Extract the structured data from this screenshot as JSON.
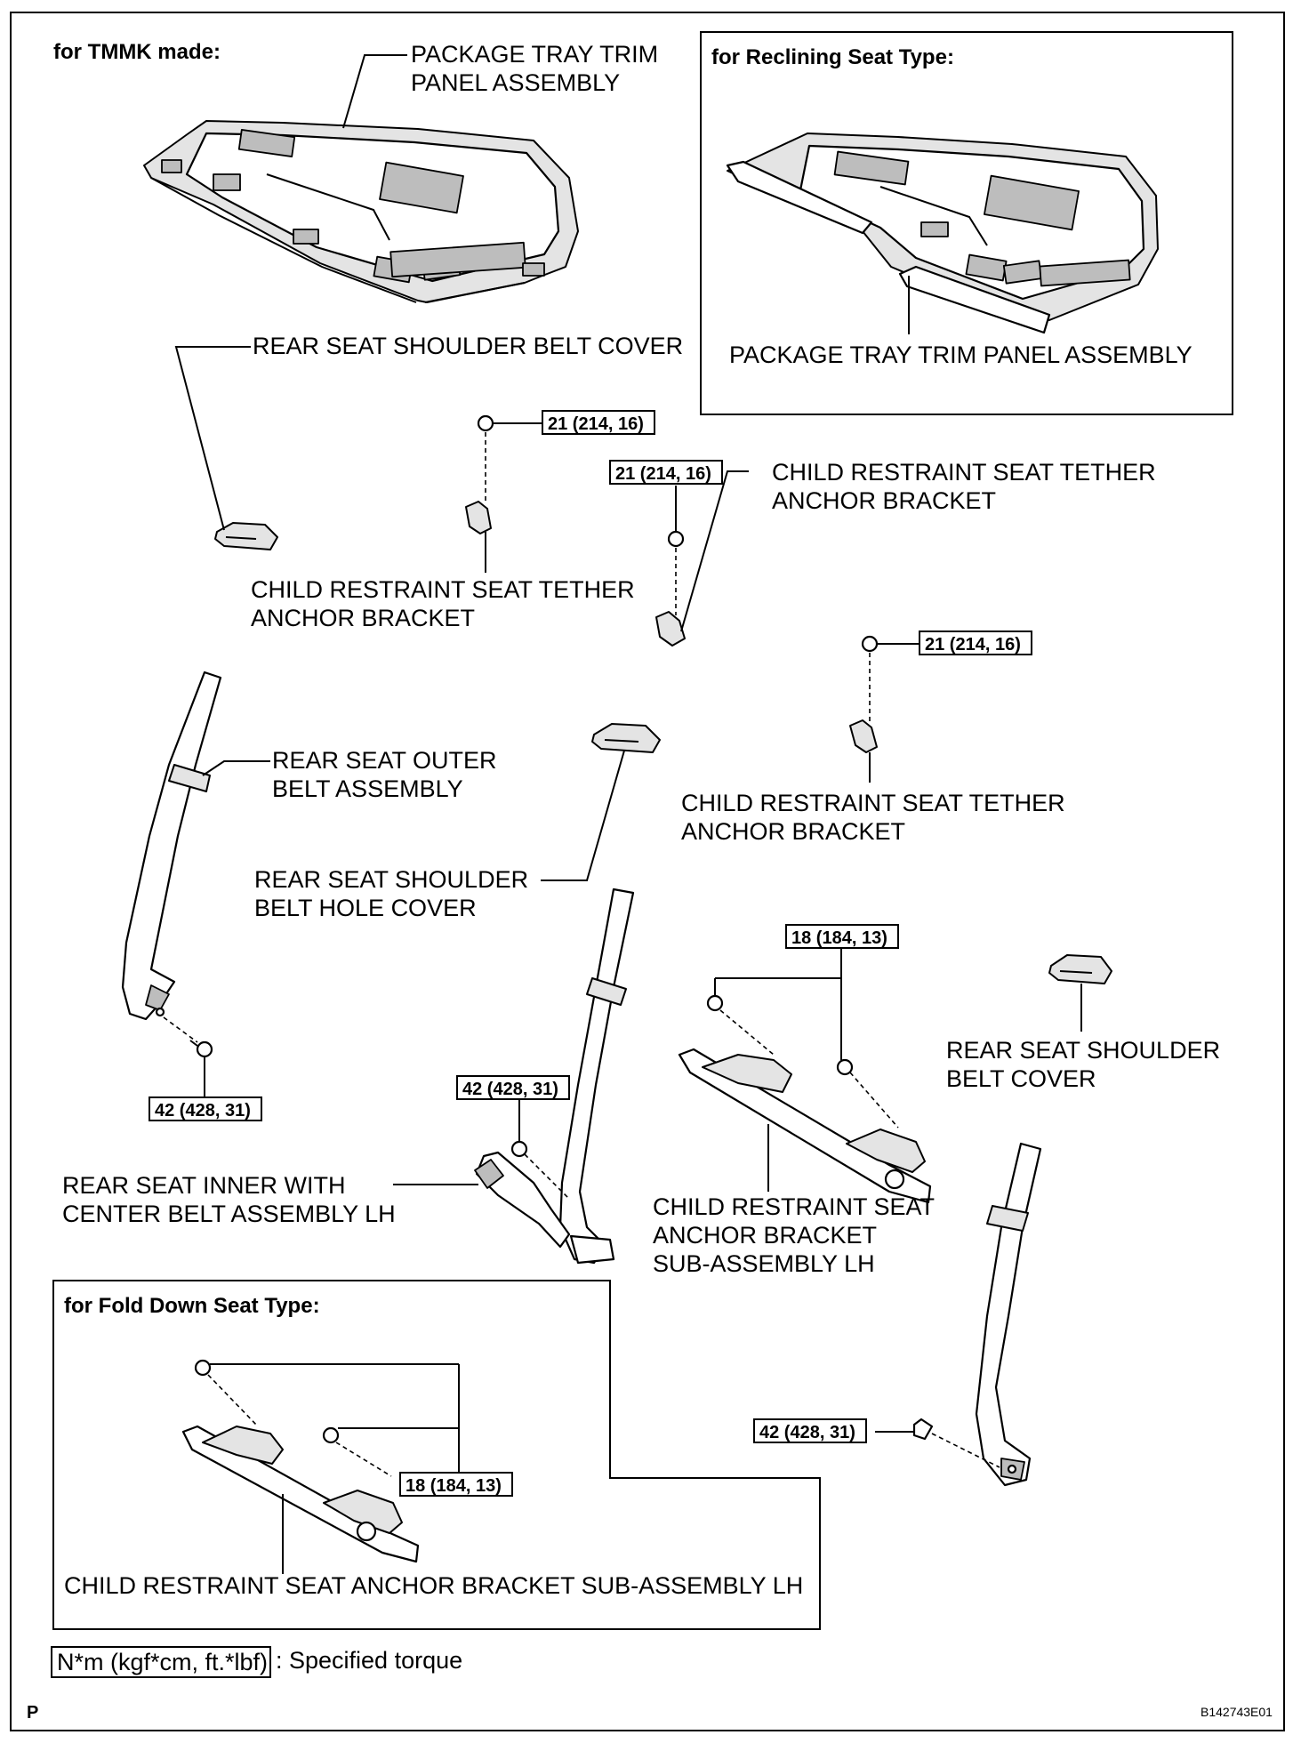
{
  "headers": {
    "tmmk": "for TMMK made:",
    "reclining": "for Reclining Seat Type:",
    "fold_down": "for Fold Down Seat Type:"
  },
  "labels": {
    "package_tray_main_1": "PACKAGE TRAY TRIM",
    "package_tray_main_2": "PANEL ASSEMBLY",
    "package_tray_reclining": "PACKAGE TRAY TRIM PANEL ASSEMBLY",
    "shoulder_belt_cover_top": "REAR SEAT SHOULDER BELT COVER",
    "tether_left_1": "CHILD RESTRAINT SEAT TETHER",
    "tether_left_2": "ANCHOR BRACKET",
    "tether_mid_1": "CHILD RESTRAINT SEAT TETHER",
    "tether_mid_2": "ANCHOR BRACKET",
    "tether_right_1": "CHILD RESTRAINT SEAT TETHER",
    "tether_right_2": "ANCHOR BRACKET",
    "outer_belt_1": "REAR SEAT OUTER",
    "outer_belt_2": "BELT ASSEMBLY",
    "hole_cover_1": "REAR SEAT SHOULDER",
    "hole_cover_2": "BELT HOLE COVER",
    "inner_belt_1": "REAR SEAT INNER WITH",
    "inner_belt_2": "CENTER BELT ASSEMBLY LH",
    "anchor_sub_1": "CHILD RESTRAINT SEAT",
    "anchor_sub_2": "ANCHOR BRACKET",
    "anchor_sub_3": "SUB-ASSEMBLY LH",
    "belt_cover_right_1": "REAR SEAT SHOULDER",
    "belt_cover_right_2": "BELT COVER",
    "fold_anchor": "CHILD RESTRAINT SEAT ANCHOR BRACKET SUB-ASSEMBLY LH"
  },
  "torques": {
    "t1": "21 (214, 16)",
    "t2": "21 (214, 16)",
    "t3": "21 (214, 16)",
    "t4": "18 (184, 13)",
    "t5": "42 (428, 31)",
    "t6": "42 (428, 31)",
    "t7": "42 (428, 31)",
    "t8": "18 (184, 13)"
  },
  "legend": {
    "unit": "N*m (kgf*cm, ft.*lbf)",
    "desc": ": Specified torque"
  },
  "footer": {
    "left": "P",
    "right": "B142743E01"
  }
}
